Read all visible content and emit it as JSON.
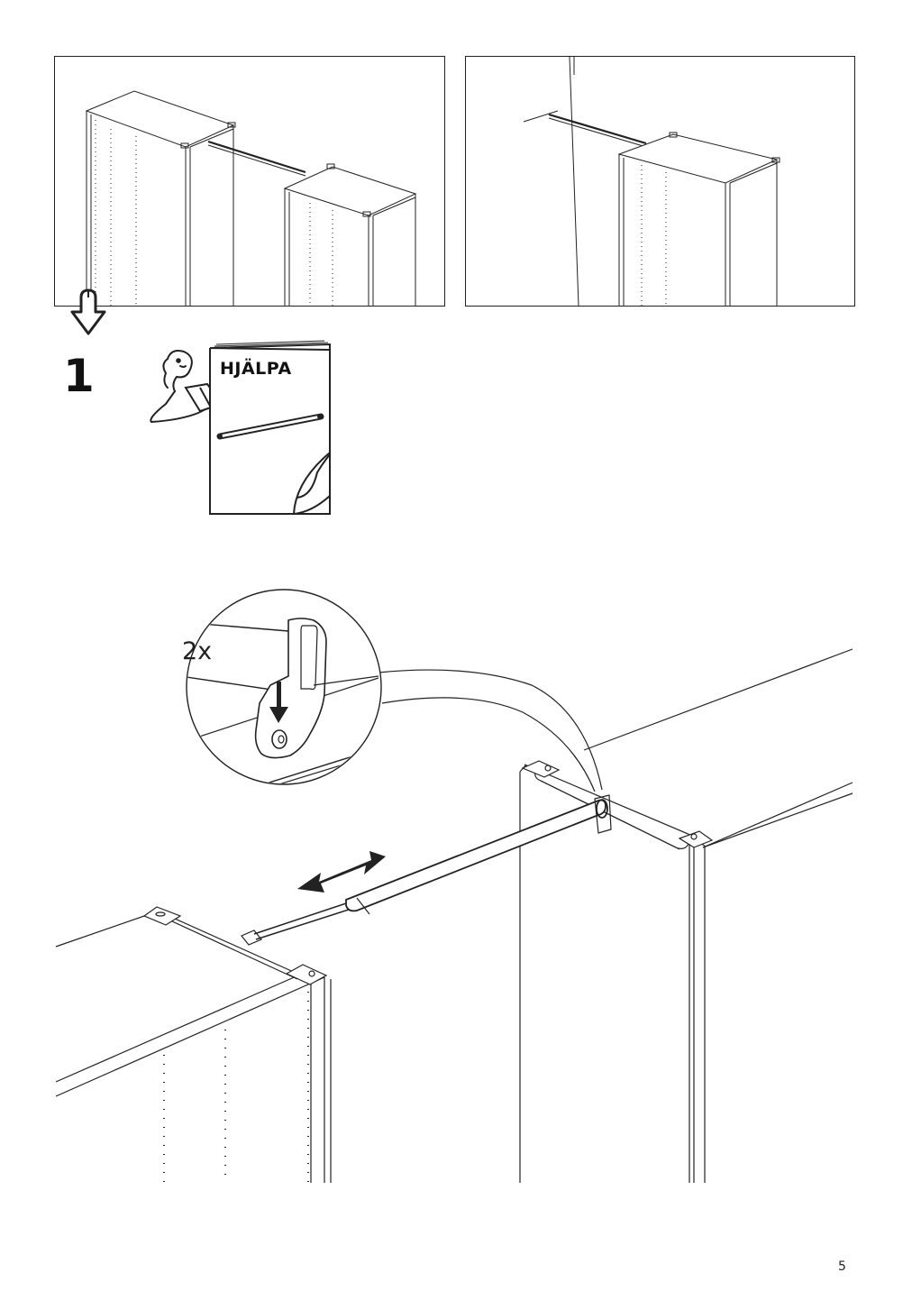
{
  "booklet": {
    "title": "HJÄLPA"
  },
  "step": {
    "number": "1"
  },
  "detail": {
    "quantity": "2x"
  },
  "footer": {
    "page_number": "5"
  },
  "icons": [
    "move-down-arrow-icon",
    "helper-person-icon",
    "booklet-icon",
    "double-arrow-icon",
    "down-arrow-icon"
  ],
  "colors": {
    "line": "#222222",
    "background": "#ffffff"
  }
}
